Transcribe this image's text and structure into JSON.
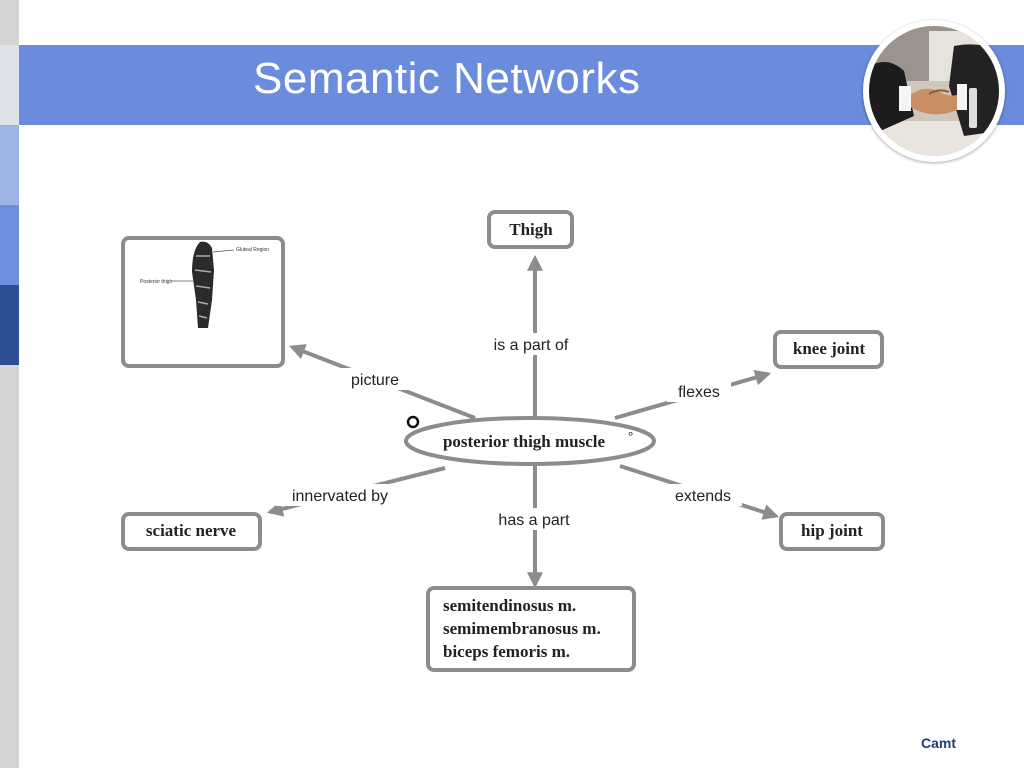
{
  "slide": {
    "title": "Semantic Networks",
    "footer": "Camt"
  },
  "diagram": {
    "center": "posterior thigh muscle",
    "center_marker": "°",
    "nodes": {
      "thigh": "Thigh",
      "knee_joint": "knee joint",
      "hip_joint": "hip joint",
      "sciatic_nerve": "sciatic nerve",
      "parts": [
        "semitendinosus m.",
        "semimembranosus m.",
        "biceps femoris m."
      ]
    },
    "links": {
      "is_a_part_of": "is a part of",
      "picture": "picture",
      "flexes": "flexes",
      "innervated_by": "innervated by",
      "has_a_part": "has a part",
      "extends": "extends"
    },
    "picture_labels": {
      "top": "Gluteal Region",
      "side": "Posterior thigh"
    }
  },
  "colors": {
    "banner": "#6b8bdc",
    "sidebar_dark": "#2d4f95",
    "arrow": "#8c8c8c",
    "node_border": "#8c8c8c",
    "footer": "#1f3b78"
  }
}
